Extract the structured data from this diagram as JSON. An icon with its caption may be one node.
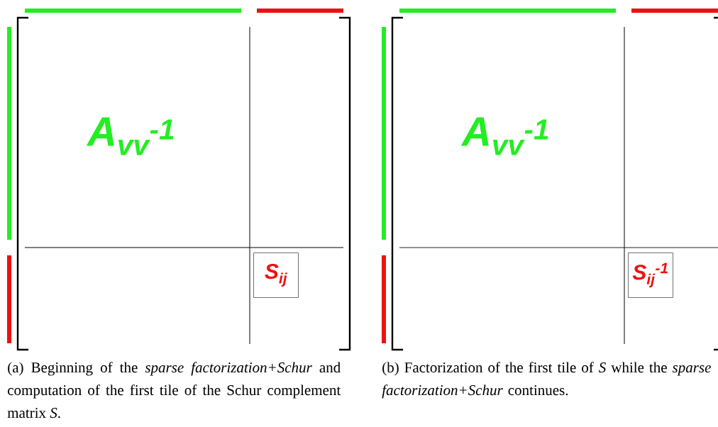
{
  "diagram": {
    "nodes": [
      {
        "text": [
          "S$_{ij}$"
        ]
      },
      {
        "text": [
          "S$_{ij}$$^{-1}$"
        ]
      }
    ],
    "labels": [
      "A$_{vv}$$^{-1}$",
      "A$_{vv}$$^{-1}$",
      "(a) Beginning of the *sparse factorization+Schur* and computation of the first tile of the Schur complement matrix *S*.",
      "(b) Factorization of the first tile of *S* while the *sparse factorization+Schur* continues."
    ]
  }
}
